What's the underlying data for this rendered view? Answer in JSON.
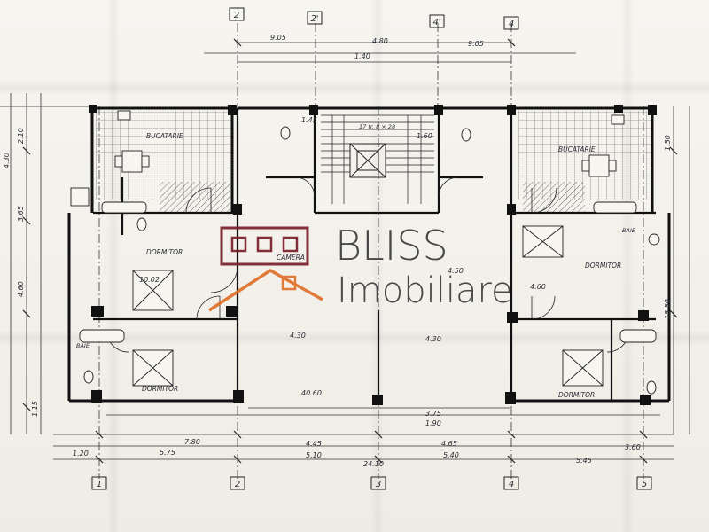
{
  "watermark": {
    "brand_top": "BLISS",
    "brand_bottom": "Imobiliare",
    "brand_color": "#3a3a3a",
    "logo_maroon": "#7a1f2b",
    "logo_orange": "#e0702a"
  },
  "axes": {
    "top": [
      "2",
      "2'",
      "4'",
      "4"
    ],
    "bottom": [
      "1",
      "2",
      "3",
      "4",
      "5"
    ]
  },
  "rooms": {
    "bucatarie_left": "BUCATARIE",
    "bucatarie_right": "BUCATARIE",
    "dormitor_left_top": "DORMITOR",
    "dormitor_left_bottom": "DORMITOR",
    "dormitor_right_top": "DORMITOR",
    "dormitor_right_bottom": "DORMITOR",
    "camera": "CAMERA",
    "baie_left": "BAIE",
    "baie_right": "BAIE",
    "stair": "17 tr. 8 × 28"
  },
  "dimensions": {
    "top_9_05_left": "9.05",
    "top_4_80": "4.80",
    "top_1_40": "1.40",
    "top_9_05_right": "9.05",
    "mid_4_30_left": "4.30",
    "mid_4_30_right": "4.30",
    "mid_1_60": "1.60",
    "mid_1_45": "1.45",
    "mid_4_50": "4.50",
    "mid_4_60": "4.60",
    "low_40_60": "40.60",
    "low_1_90": "1.90",
    "low_3_75": "3.75",
    "bottom_4_45": "4.45",
    "bottom_4_65": "4.65",
    "bottom_5_75": "5.75",
    "bottom_5_40": "5.40",
    "bottom_5_10": "5.10",
    "bottom_5_45": "5.45",
    "bottom_24_10": "24.10",
    "bottom_1_20": "1.20",
    "bottom_7_80": "7.80",
    "bottom_3_60": "3.60",
    "left_4_30": "4.30",
    "left_2_10": "2.10",
    "left_3_65": "3.65",
    "left_4_60": "4.60",
    "left_1_15": "1.15",
    "right_1_50": "1.50",
    "right_15_50": "15.50",
    "area_10_02": "10.02"
  }
}
